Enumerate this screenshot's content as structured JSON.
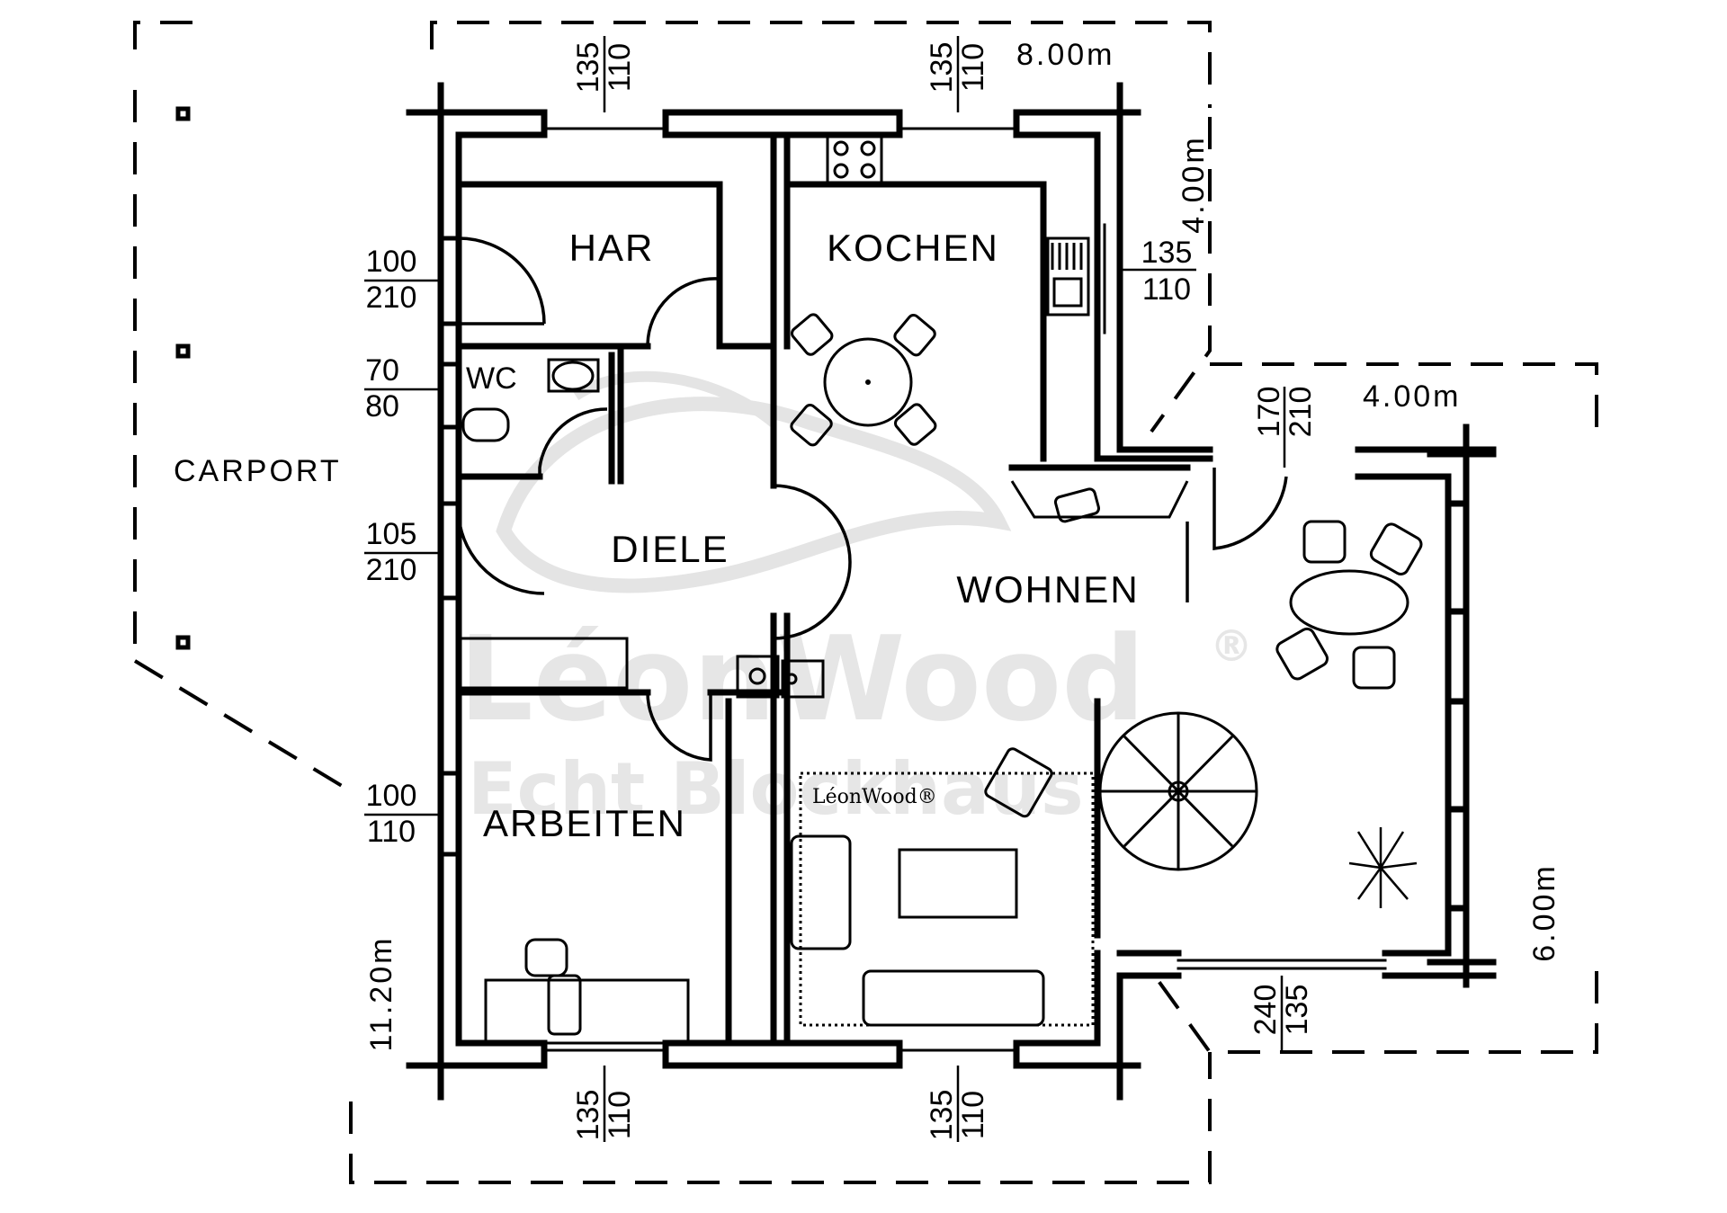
{
  "rooms": {
    "har": "HAR",
    "kochen": "KOCHEN",
    "wc": "WC",
    "diele": "DIELE",
    "wohnen": "WOHNEN",
    "arbeiten": "ARBEITEN",
    "carport": "CARPORT"
  },
  "overall": {
    "width": "8.00m",
    "kitchen_depth": "4.00m",
    "annex_width": "4.00m",
    "annex_depth": "6.00m",
    "total_depth": "11.20m"
  },
  "openings": {
    "top_window_left": {
      "w": "135",
      "h": "110"
    },
    "top_window_right": {
      "w": "135",
      "h": "110"
    },
    "bottom_window_left": {
      "w": "135",
      "h": "110"
    },
    "bottom_window_right": {
      "w": "135",
      "h": "110"
    },
    "left_door_har": {
      "w": "100",
      "h": "210"
    },
    "left_window_wc": {
      "w": "70",
      "h": "80"
    },
    "left_door_diele": {
      "w": "105",
      "h": "210"
    },
    "left_window_arbeiten": {
      "w": "100",
      "h": "110"
    },
    "kitchen_window": {
      "w": "135",
      "h": "110"
    },
    "annex_door": {
      "w": "170",
      "h": "210"
    },
    "annex_bottom_window": {
      "w": "240",
      "h": "135"
    }
  },
  "watermark": {
    "brand": "LéonWood",
    "registered": "®",
    "tagline": "Echt Blockhaus",
    "rug_label": "LéonWood®"
  }
}
